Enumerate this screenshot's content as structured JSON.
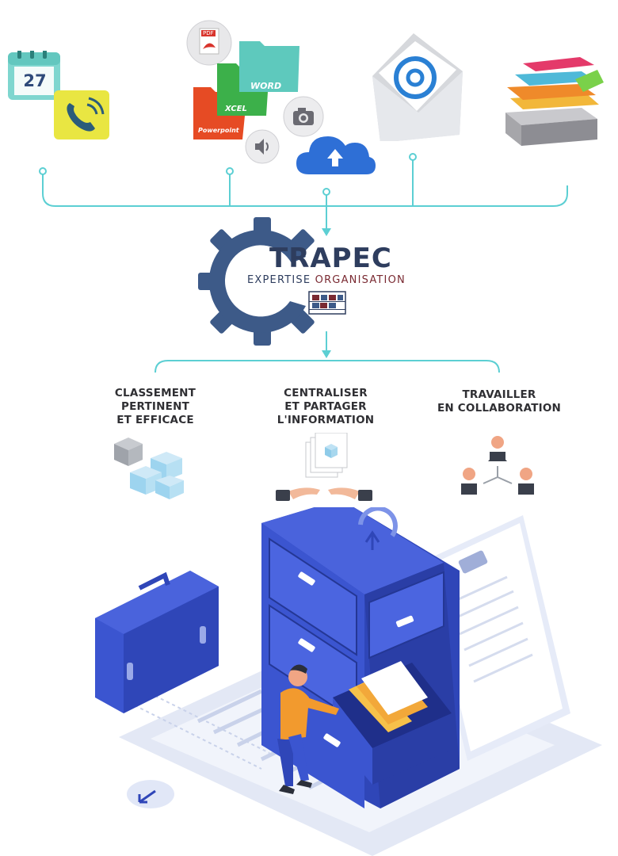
{
  "icons": {
    "calendar_day": "27",
    "pdf_label": "PDF",
    "word_label": "WORD",
    "excel_label": "XCEL",
    "powerpoint_label": "Powerpoint"
  },
  "brand": {
    "name": "TRAPEC",
    "tagline_part1": "EXPERTISE ",
    "tagline_part2": "ORGANISATION"
  },
  "features": [
    {
      "label_lines": [
        "CLASSEMENT",
        "PERTINENT",
        "ET EFFICACE"
      ]
    },
    {
      "label_lines": [
        "CENTRALISER",
        "ET PARTAGER",
        "L'INFORMATION"
      ]
    },
    {
      "label_lines": [
        "TRAVAILLER",
        "EN COLLABORATION"
      ]
    }
  ],
  "colors": {
    "connector": "#5ccfd3",
    "gear": "#3d5a88",
    "cabinet_blue": "#3b55d0",
    "accent_red": "#7a2a32"
  }
}
